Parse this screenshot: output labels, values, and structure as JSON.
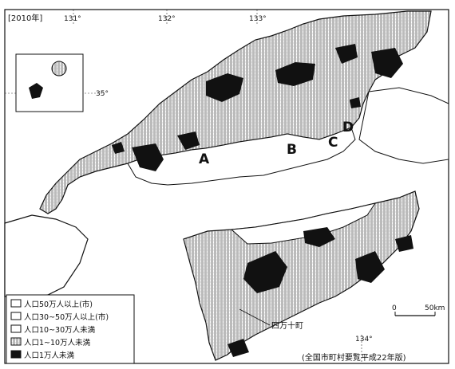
{
  "year_label": "[2010年]",
  "longitudes": [
    "131°",
    "132°",
    "133°",
    "134°"
  ],
  "latitude": "35°",
  "region_labels": [
    "A",
    "B",
    "C",
    "D"
  ],
  "place_label": "四万十町",
  "scale": {
    "zero": "0",
    "distance": "50km"
  },
  "source": "(全国市町村要覧平成22年版)",
  "legend": [
    {
      "pattern": "white",
      "label": "人口50万人以上(市)"
    },
    {
      "pattern": "white",
      "label": "人口30~50万人以上(市)"
    },
    {
      "pattern": "white",
      "label": "人口10~30万人未満"
    },
    {
      "pattern": "hatch",
      "label": "人口1~10万人未満"
    },
    {
      "pattern": "black",
      "label": "人口1万人未満"
    }
  ],
  "colors": {
    "ink": "#111111",
    "hatch": "#9a9a9a",
    "sea": "#ffffff"
  }
}
